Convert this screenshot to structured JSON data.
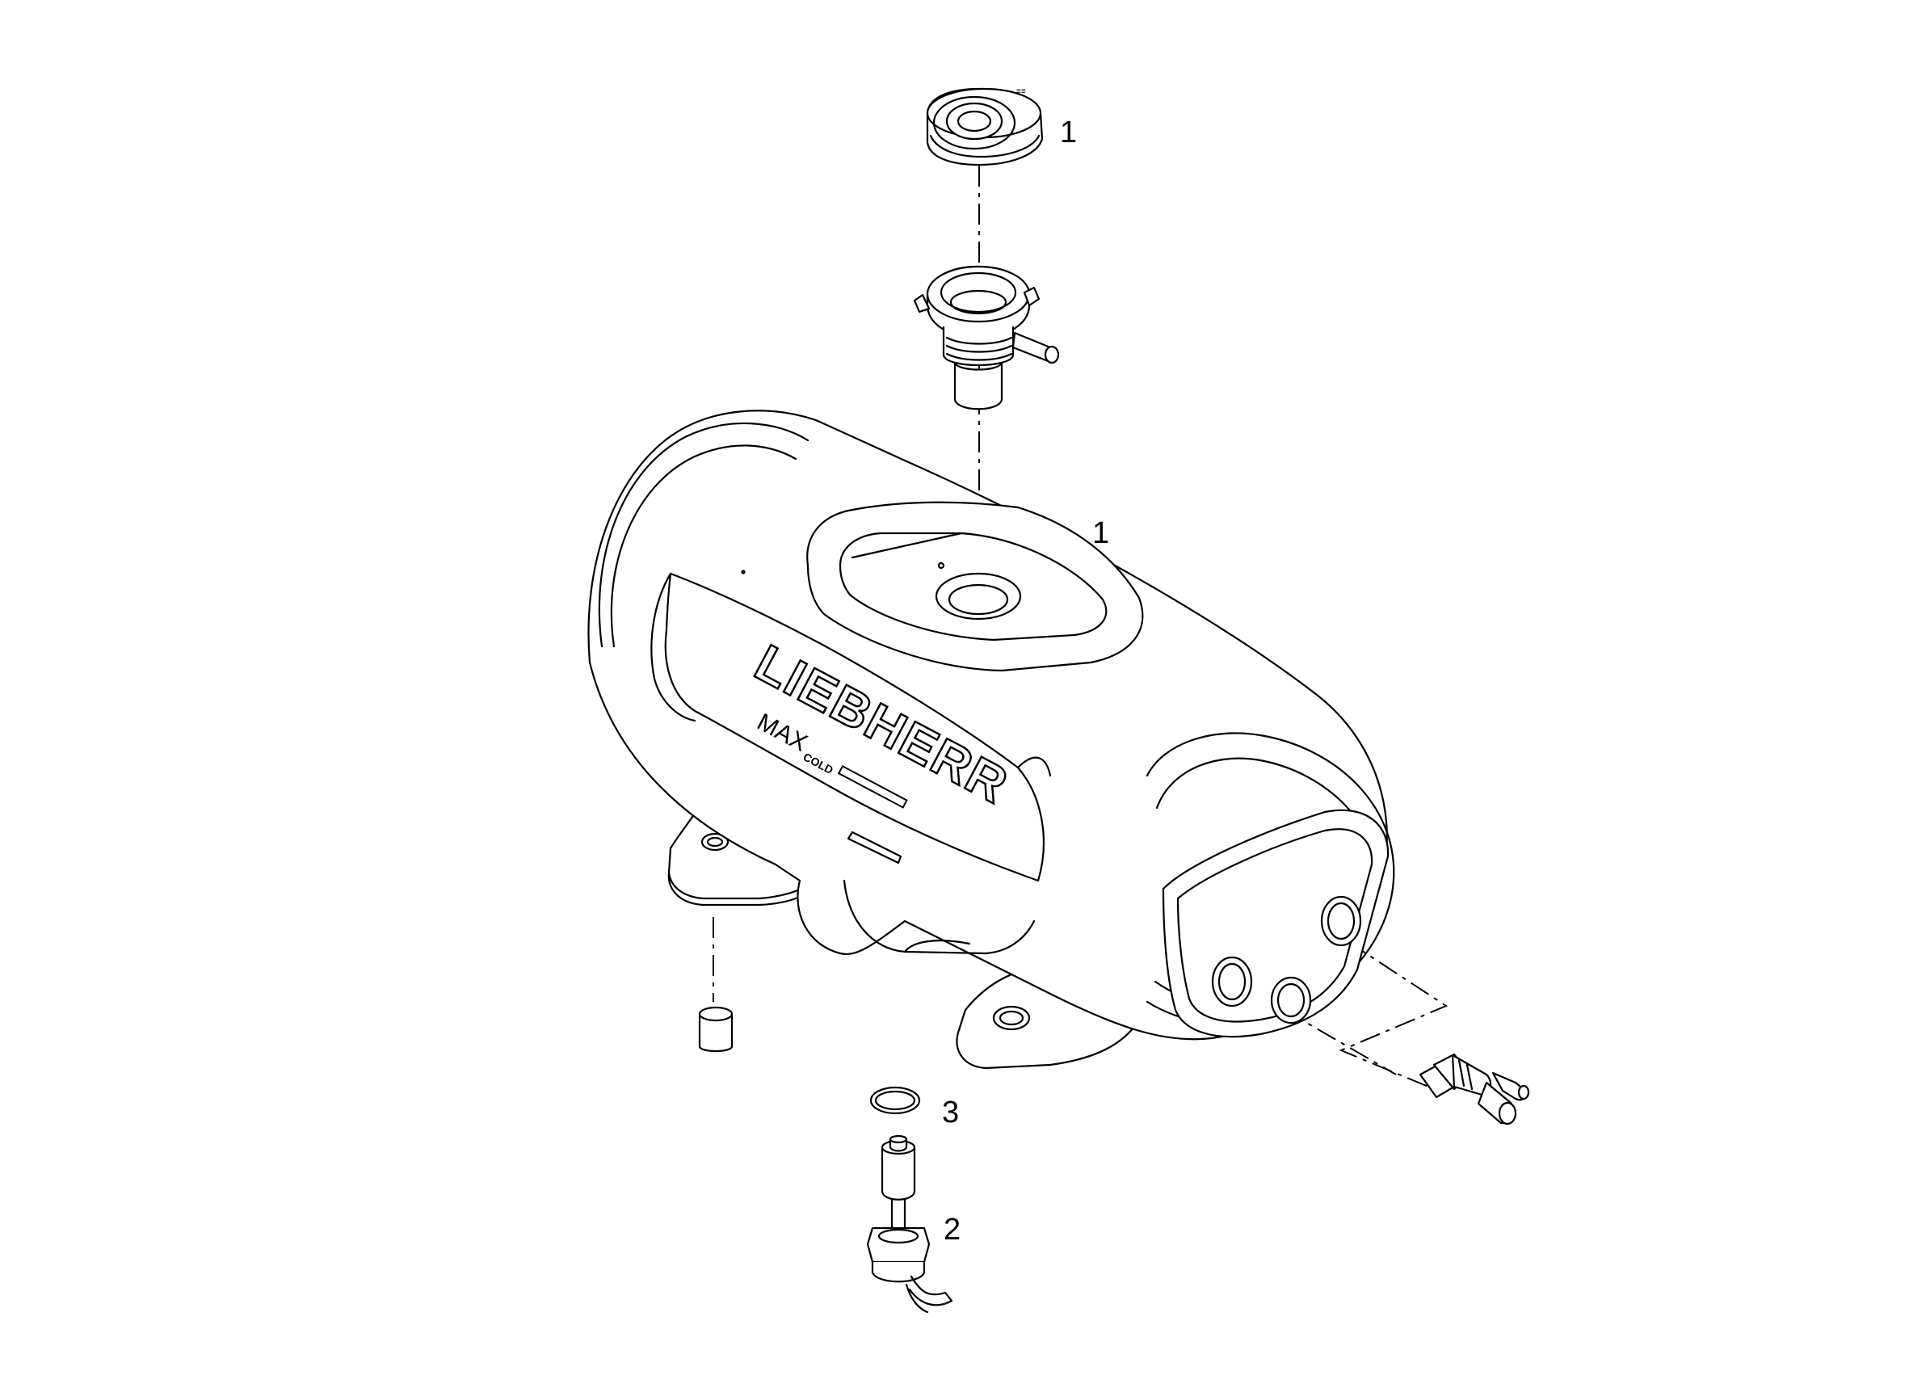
{
  "diagram": {
    "callouts": [
      {
        "id": "cap",
        "text": "1"
      },
      {
        "id": "tank",
        "text": "1"
      },
      {
        "id": "oring",
        "text": "3"
      },
      {
        "id": "float-switch",
        "text": "2"
      }
    ],
    "brand": {
      "logo": "LIEBHERR",
      "model_main": "MAX",
      "model_sub": "COLD"
    }
  }
}
